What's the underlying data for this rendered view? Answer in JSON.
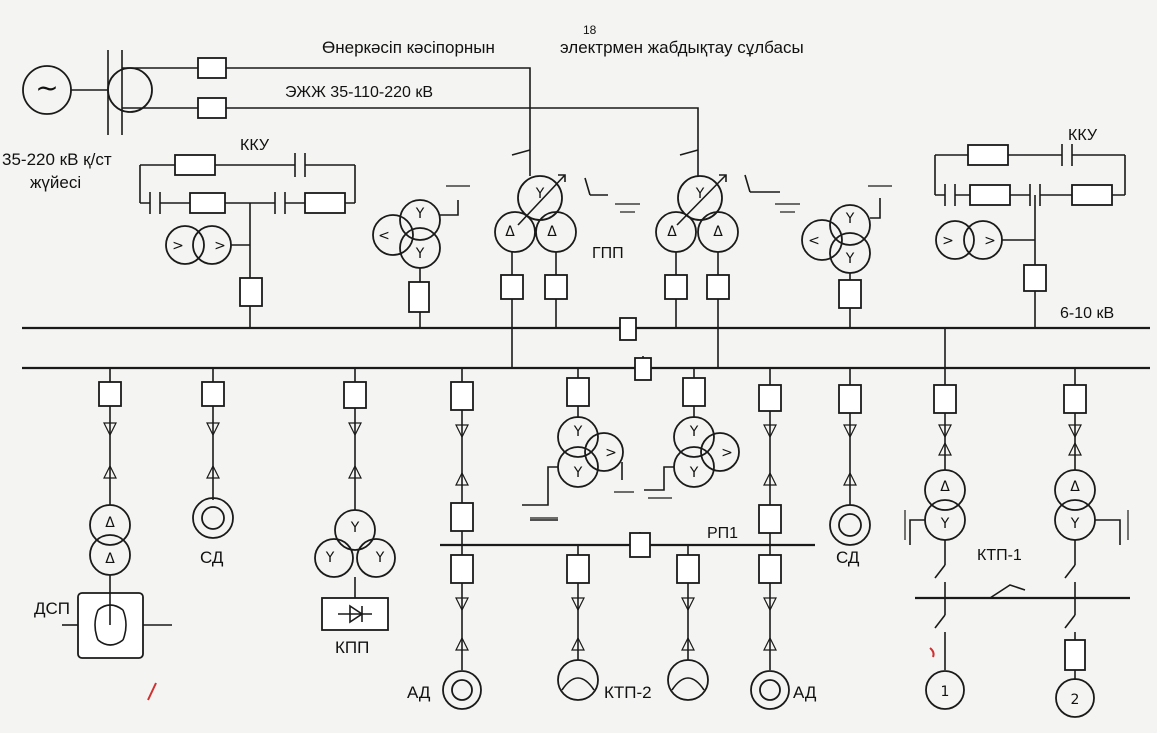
{
  "page_number": "18",
  "title": {
    "part1": "Өнеркәсіп кәсіпорнын",
    "part2": "электрмен жабдықтау сұлбасы"
  },
  "labels": {
    "ezhzh": "ЭЖЖ 35-110-220 кВ",
    "system_line1": "35-220 кВ қ/ст",
    "system_line2": "жүйесі",
    "kku_left": "ККУ",
    "kku_right": "ККУ",
    "gpp": "ГПП",
    "bus_voltage": "6-10 кВ",
    "rp1": "РП1",
    "dsp": "ДСП",
    "sd_left": "СД",
    "kpp": "КПП",
    "ad_left": "АД",
    "ktp2": "КТП-2",
    "ad_right": "АД",
    "sd_right": "СД",
    "ktp1": "КТП-1",
    "consumer_1": "1",
    "consumer_2": "2"
  },
  "winding_symbols": {
    "star": "Y",
    "delta": "Δ",
    "gt": ">",
    "lt": "<",
    "tilde": "~"
  },
  "colors": {
    "ink": "#1a1a1a",
    "paper": "#f4f4f2",
    "accent_mark": "#d03030"
  }
}
